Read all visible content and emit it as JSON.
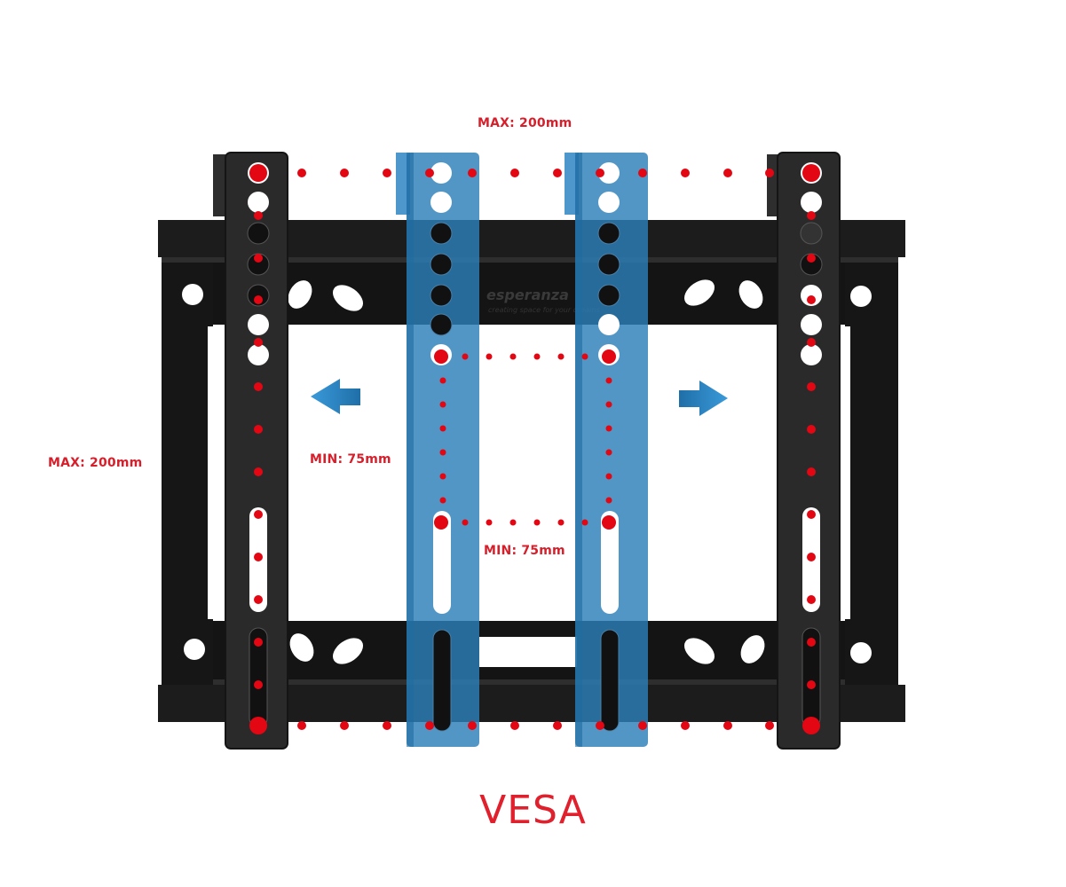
{
  "diagram": {
    "title": "VESA",
    "brand": {
      "name": "esperanza",
      "tagline": "creating space for your dreams"
    },
    "annotations": {
      "max_horizontal": "MAX: 200mm",
      "max_vertical": "MAX: 200mm",
      "min_horizontal": "MIN: 75mm",
      "min_vertical": "MIN: 75mm"
    },
    "arrows": [
      {
        "name": "arrow-left",
        "direction": "left"
      },
      {
        "name": "arrow-right",
        "direction": "right"
      }
    ],
    "components": [
      {
        "name": "wall-plate",
        "color": "#1b1b1b"
      },
      {
        "name": "outer-left-arm",
        "color": "#262626"
      },
      {
        "name": "outer-right-arm",
        "color": "#262626"
      },
      {
        "name": "inner-left-arm",
        "color": "#2c7fb8",
        "transparent": true
      },
      {
        "name": "inner-right-arm",
        "color": "#2c7fb8",
        "transparent": true
      }
    ],
    "colors": {
      "annotation": "#e30613",
      "arrow": "#2a85c4",
      "frame": "#1b1b1b",
      "inner_arm": "#2c7fb8"
    }
  }
}
